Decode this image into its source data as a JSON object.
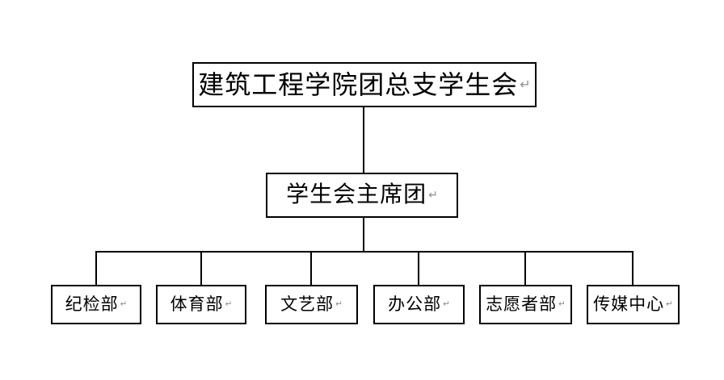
{
  "org": {
    "root": "建筑工程学院团总支学生会",
    "presidium": "学生会主席团",
    "departments": [
      "纪检部",
      "体育部",
      "文艺部",
      "办公部",
      "志愿者部",
      "传媒中心"
    ]
  },
  "marks": {
    "line_break": "↵"
  },
  "colors": {
    "background": "#ffffff",
    "box_border": "#000000",
    "connector_line": "#000000",
    "text": "#000000",
    "formatting_mark": "#8e8e8e"
  },
  "chart_data": {
    "type": "org-chart",
    "title": "建筑工程学院团总支学生会",
    "hierarchy": {
      "label": "建筑工程学院团总支学生会",
      "children": [
        {
          "label": "学生会主席团",
          "children": [
            {
              "label": "纪检部"
            },
            {
              "label": "体育部"
            },
            {
              "label": "文艺部"
            },
            {
              "label": "办公部"
            },
            {
              "label": "志愿者部"
            },
            {
              "label": "传媒中心"
            }
          ]
        }
      ]
    }
  }
}
